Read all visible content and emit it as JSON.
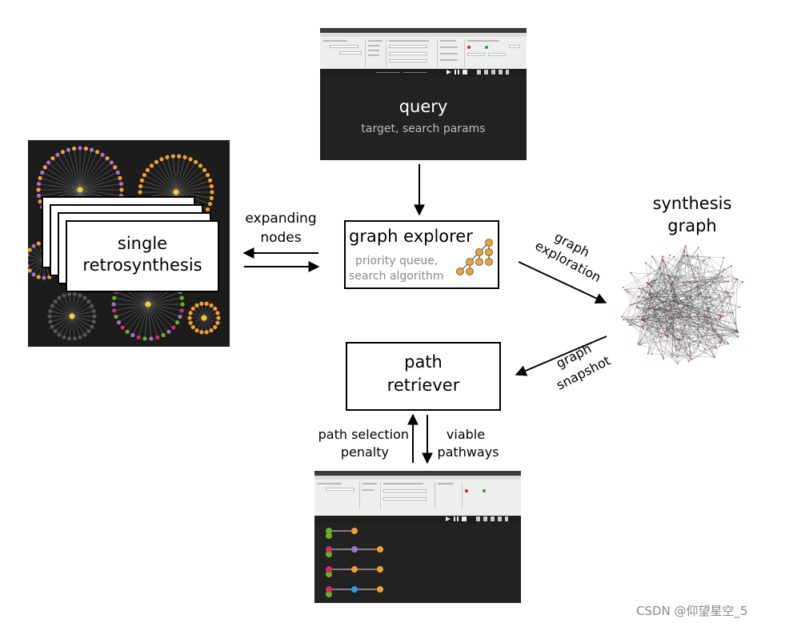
{
  "query": {
    "title": "query",
    "subtitle": "target, search params"
  },
  "explorer": {
    "title": "graph explorer",
    "subtitle_line1": "priority queue,",
    "subtitle_line2": "search algorithm"
  },
  "retro": {
    "line1": "single",
    "line2": "retrosynthesis"
  },
  "expanding": {
    "line1": "expanding",
    "line2": "nodes"
  },
  "exploration": {
    "line1": "graph",
    "line2": "exploration"
  },
  "snapshot": {
    "line1": "graph",
    "line2": "snapshot"
  },
  "synthesis": {
    "line1": "synthesis",
    "line2": "graph"
  },
  "retriever": {
    "line1": "path",
    "line2": "retriever"
  },
  "penalty": {
    "line1": "path selection",
    "line2": "penalty"
  },
  "viable": {
    "line1": "viable",
    "line2": "pathways"
  },
  "watermark": "CSDN @仰望星空_5",
  "colors": {
    "node_orange": "#f0a030",
    "node_green": "#6ab023",
    "node_magenta": "#d02a6a",
    "node_purple": "#a070d0",
    "node_blue": "#2aa0e0",
    "panel_dark": "#222222"
  }
}
